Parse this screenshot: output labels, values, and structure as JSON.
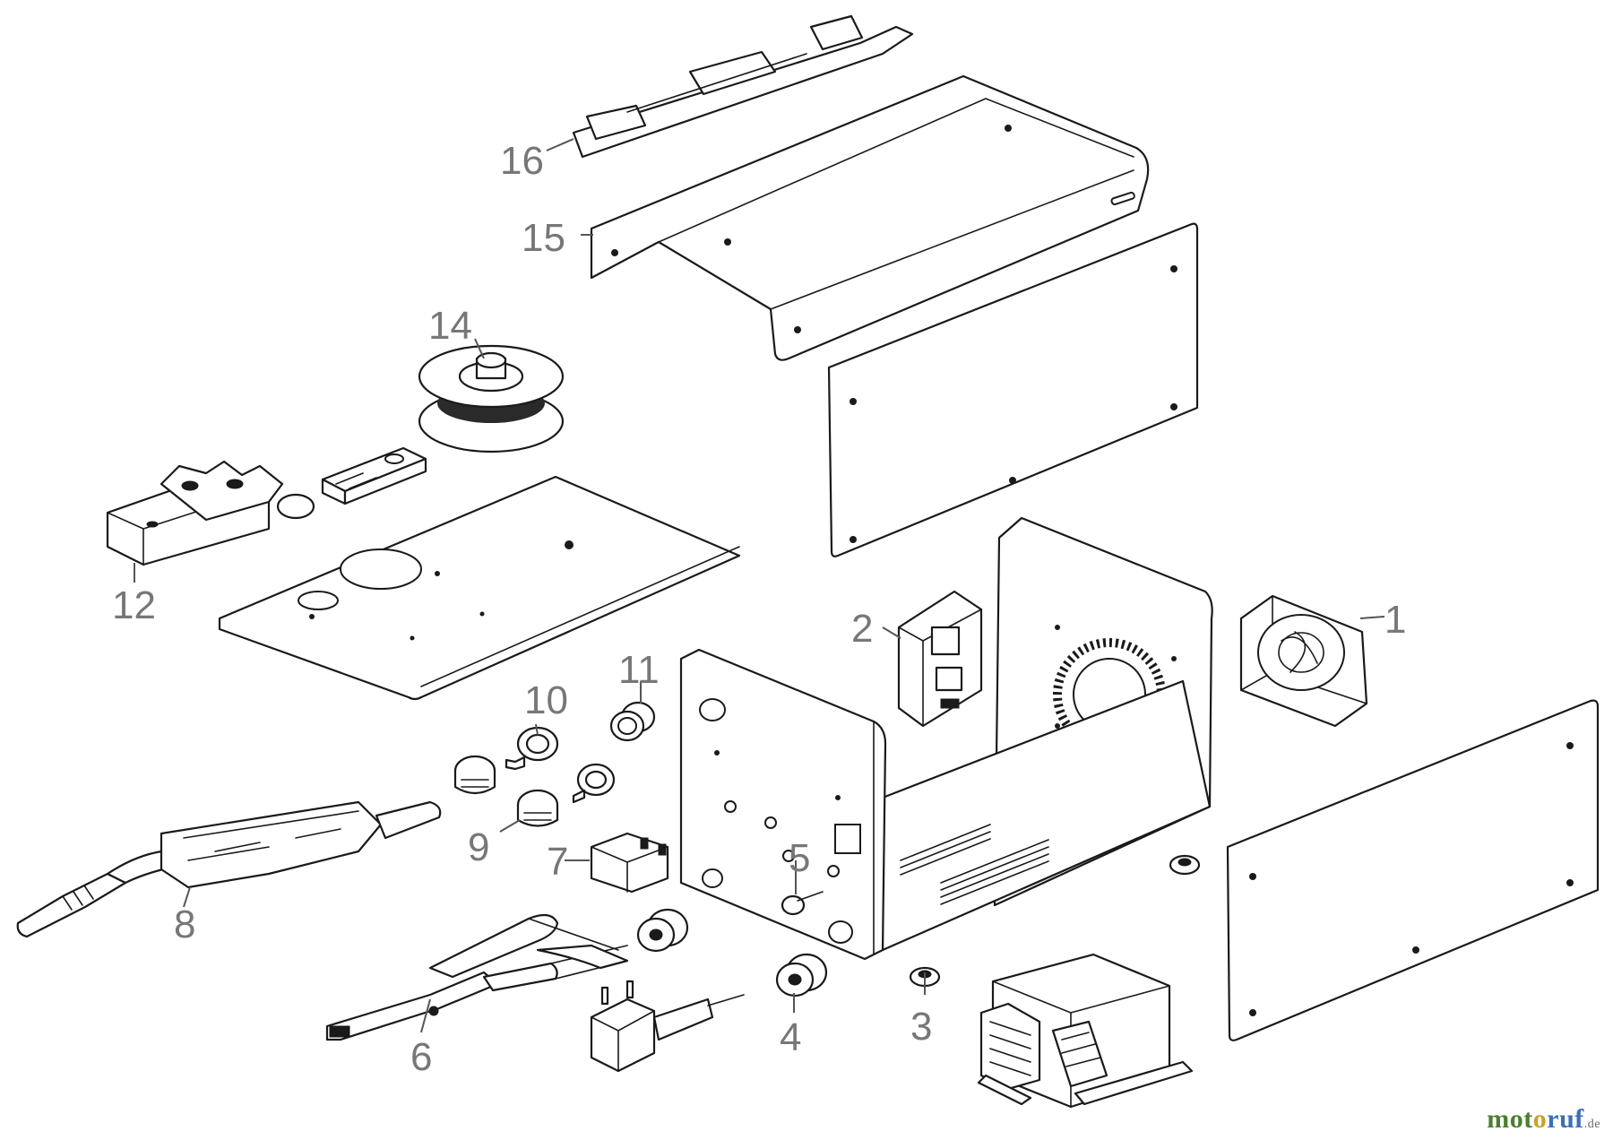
{
  "diagram": {
    "callouts": [
      {
        "id": "1",
        "label": "1"
      },
      {
        "id": "2",
        "label": "2"
      },
      {
        "id": "3",
        "label": "3"
      },
      {
        "id": "4",
        "label": "4"
      },
      {
        "id": "5",
        "label": "5"
      },
      {
        "id": "6",
        "label": "6"
      },
      {
        "id": "7",
        "label": "7"
      },
      {
        "id": "8",
        "label": "8"
      },
      {
        "id": "9",
        "label": "9"
      },
      {
        "id": "10",
        "label": "10"
      },
      {
        "id": "11",
        "label": "11"
      },
      {
        "id": "12",
        "label": "12"
      },
      {
        "id": "14",
        "label": "14"
      },
      {
        "id": "15",
        "label": "15"
      },
      {
        "id": "16",
        "label": "16"
      }
    ]
  },
  "watermark": {
    "brand_part1": "mot",
    "brand_part2": "o",
    "brand_part3": "ruf",
    "tld": ".de",
    "colors": {
      "green": "#4a7f2e",
      "yellow": "#c9a227",
      "blue": "#3b6fb6"
    }
  }
}
